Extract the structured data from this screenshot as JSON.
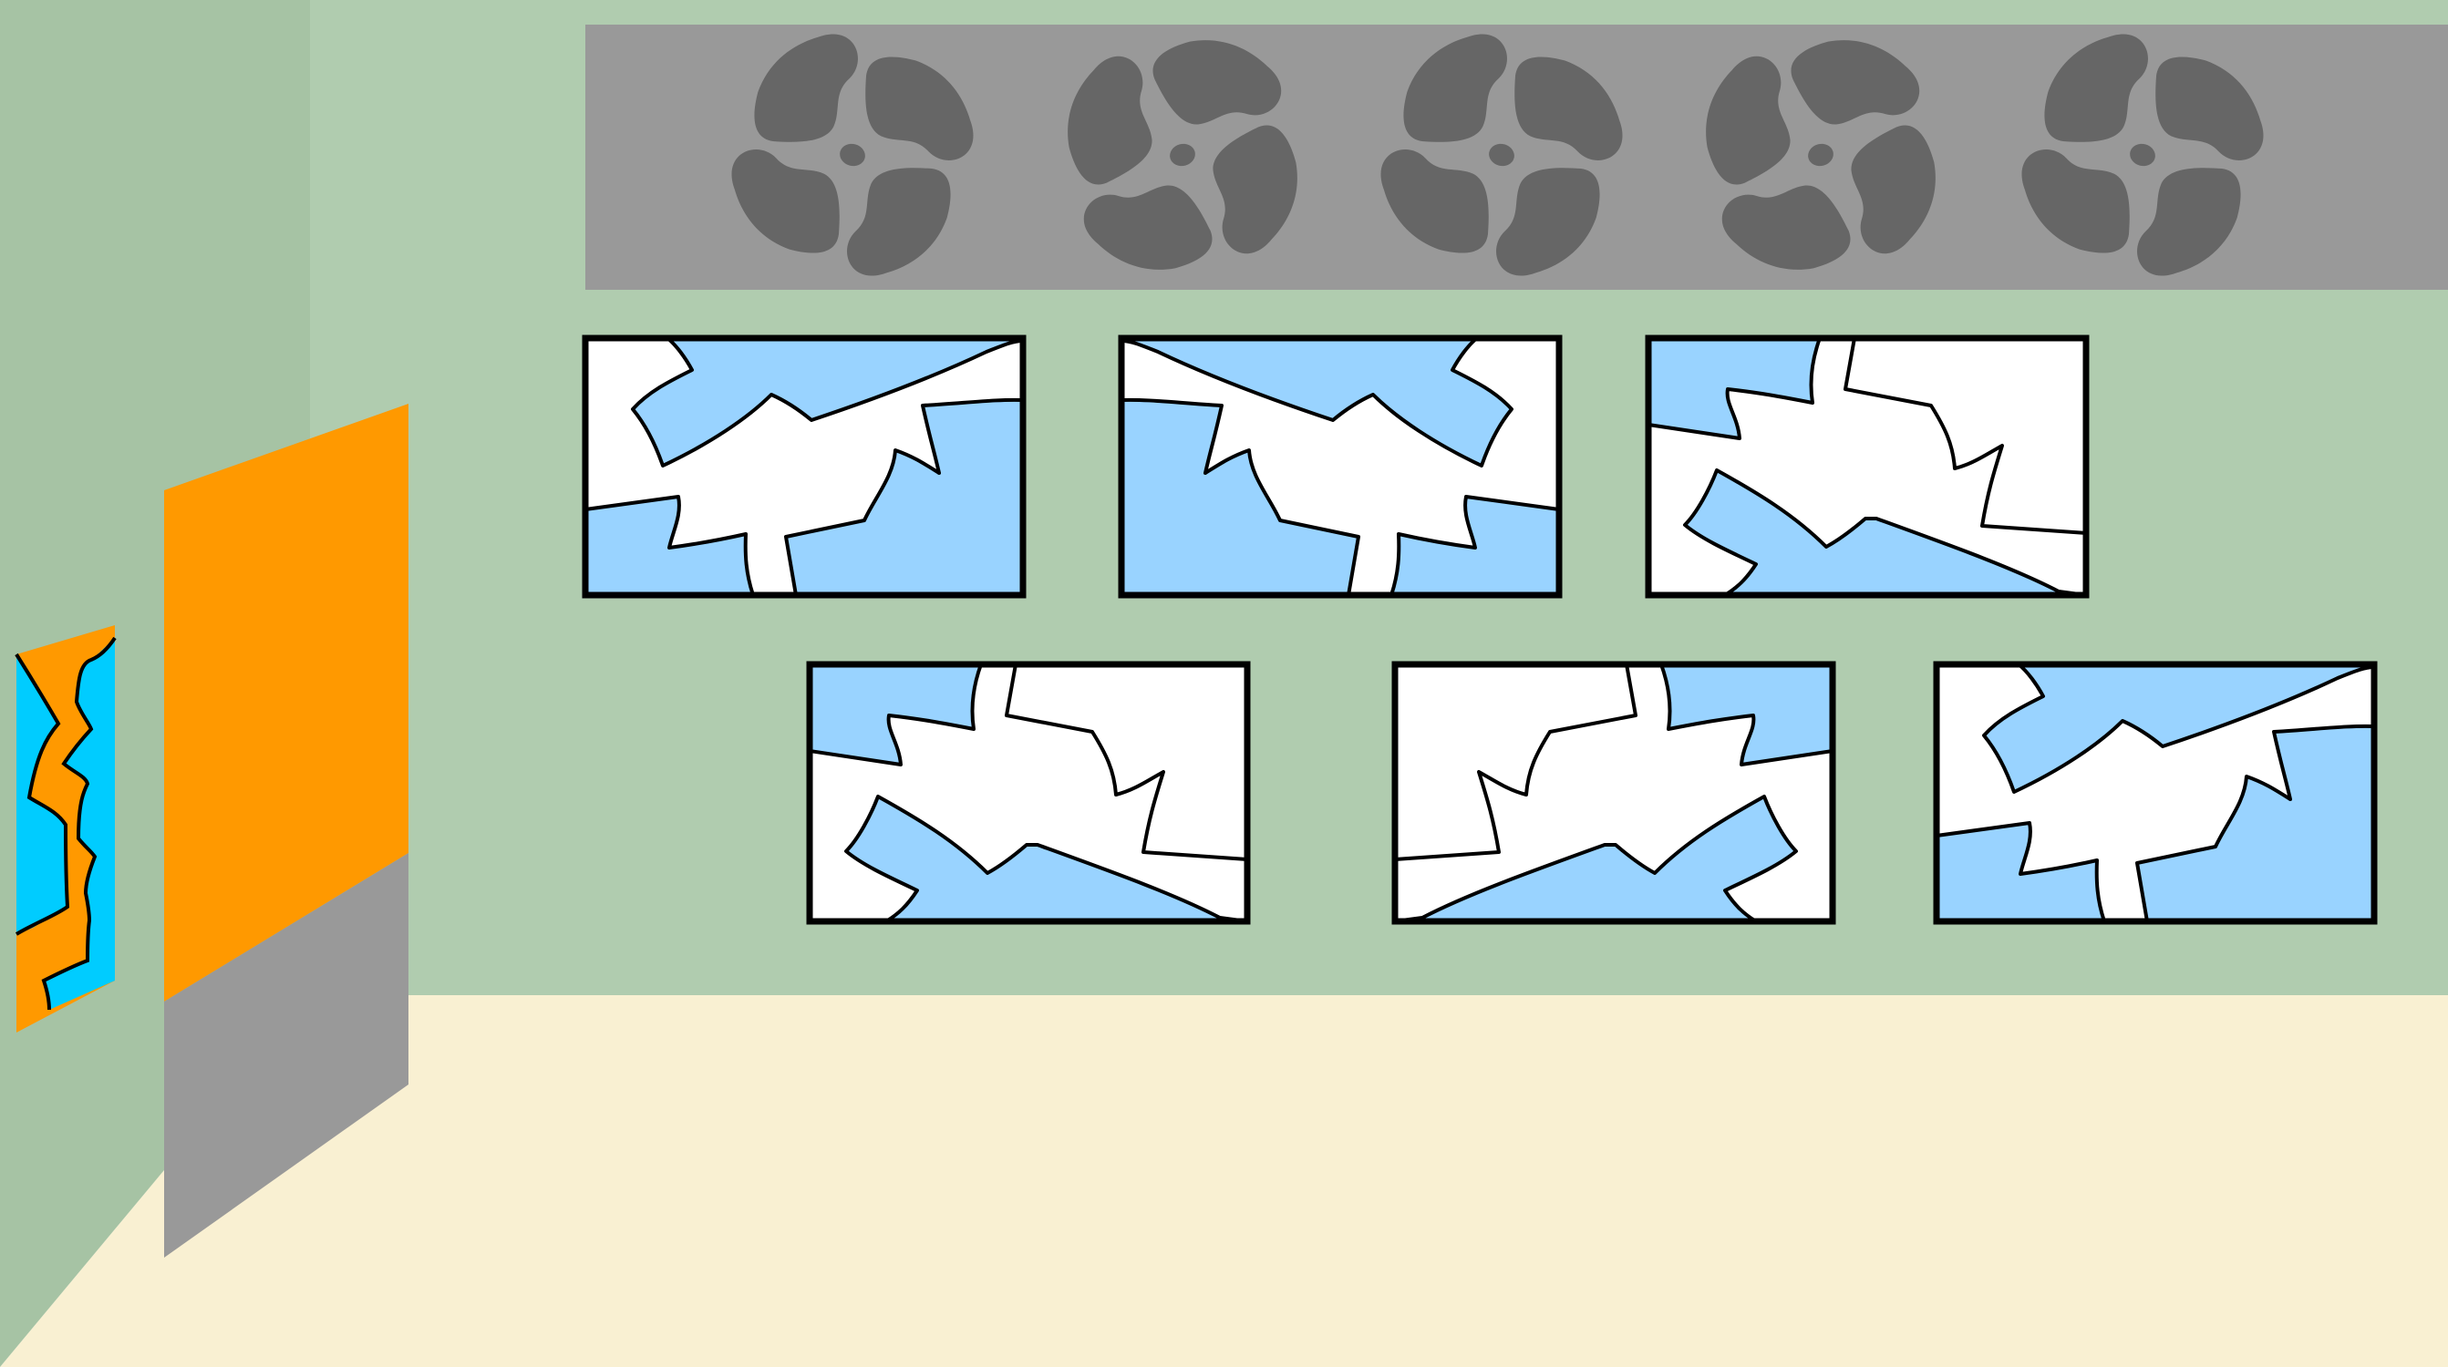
{
  "scene": {
    "name": "abandoned-room-background",
    "colors": {
      "left_wall": "#A6C3A4",
      "back_wall": "#B0CCAF",
      "floor": "#F9F0D2",
      "door_orange": "#FF9900",
      "door_gray": "#999999",
      "vent_panel": "#999999",
      "fan_blade": "#666666",
      "glass_blue": "#99D3FF",
      "poster_blue": "#00CCFF",
      "outline": "#000000"
    },
    "fan_count": 5,
    "window_count": 6,
    "windows": [
      {
        "id": "window-1",
        "state": "broken",
        "mirror": false
      },
      {
        "id": "window-2",
        "state": "broken",
        "mirror": true
      },
      {
        "id": "window-3",
        "state": "broken",
        "mirror": false
      },
      {
        "id": "window-4",
        "state": "broken",
        "mirror": false
      },
      {
        "id": "window-5",
        "state": "broken",
        "mirror": true
      },
      {
        "id": "window-6",
        "state": "broken",
        "mirror": false
      }
    ],
    "door": {
      "state": "closed"
    },
    "poster": {
      "state": "torn"
    }
  }
}
